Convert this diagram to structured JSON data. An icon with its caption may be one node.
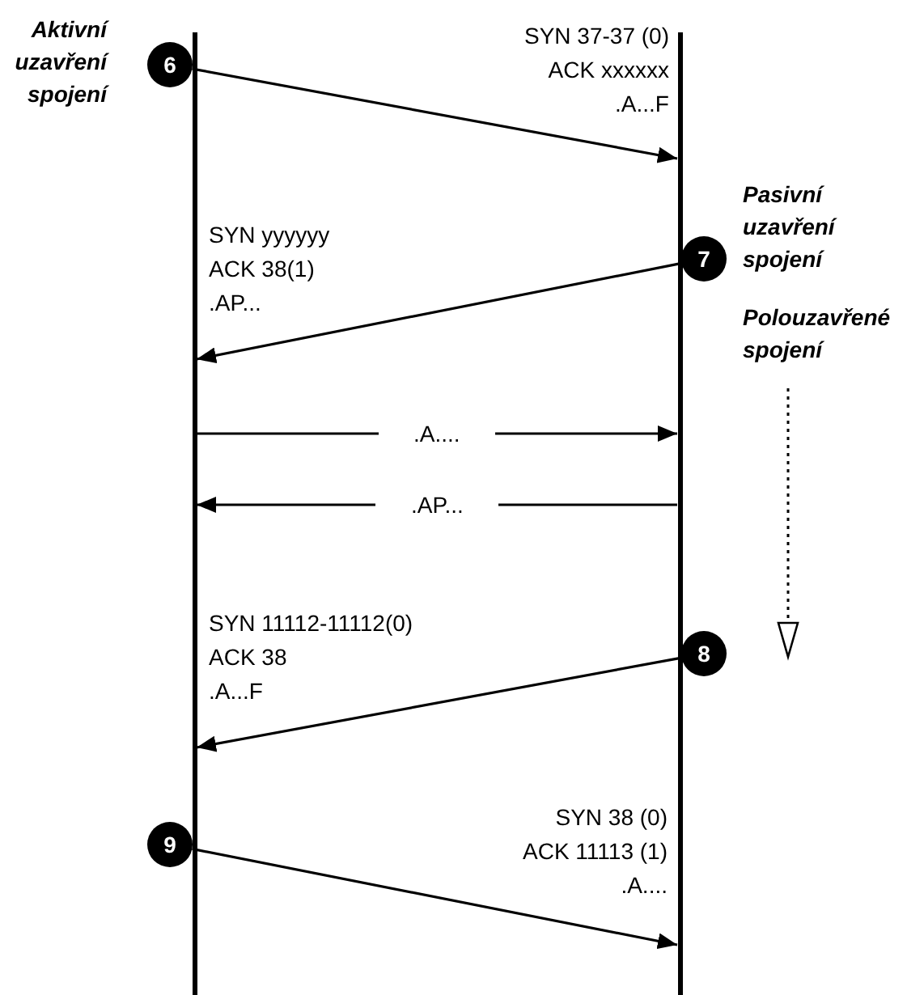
{
  "diagram": {
    "nodes": [
      {
        "text": [],
        "shape": "bar"
      },
      {
        "text": [],
        "shape": "bar"
      },
      {
        "text": [
          "6"
        ],
        "beside": [
          "Aktivní uzavření spojení"
        ]
      },
      {
        "text": [
          "7"
        ],
        "beside": [
          "Pasivní uzavření spojení"
        ]
      },
      {
        "text": [
          "8"
        ]
      },
      {
        "text": [
          "9"
        ]
      }
    ],
    "edges": [
      {
        "from": 2,
        "to": 1,
        "arrow": "to",
        "label": "SYN 37-37 (0) ACK xxxxxx .A...F"
      },
      {
        "from": 3,
        "to": 0,
        "arrow": "to",
        "label": "SYN yyyyyy ACK 38(1) .AP..."
      },
      {
        "from": 0,
        "to": 1,
        "arrow": "to",
        "label": ".A...."
      },
      {
        "from": 1,
        "to": 0,
        "arrow": "to",
        "label": ".AP..."
      },
      {
        "from": 4,
        "to": 0,
        "arrow": "to",
        "label": "SYN 11112-11112(0) ACK 38 .A...F"
      },
      {
        "from": 5,
        "to": 1,
        "arrow": "to",
        "label": "SYN 38 (0) ACK 11113 (1) .A...."
      }
    ],
    "labels": [
      "Polouzavřené spojení"
    ]
  }
}
